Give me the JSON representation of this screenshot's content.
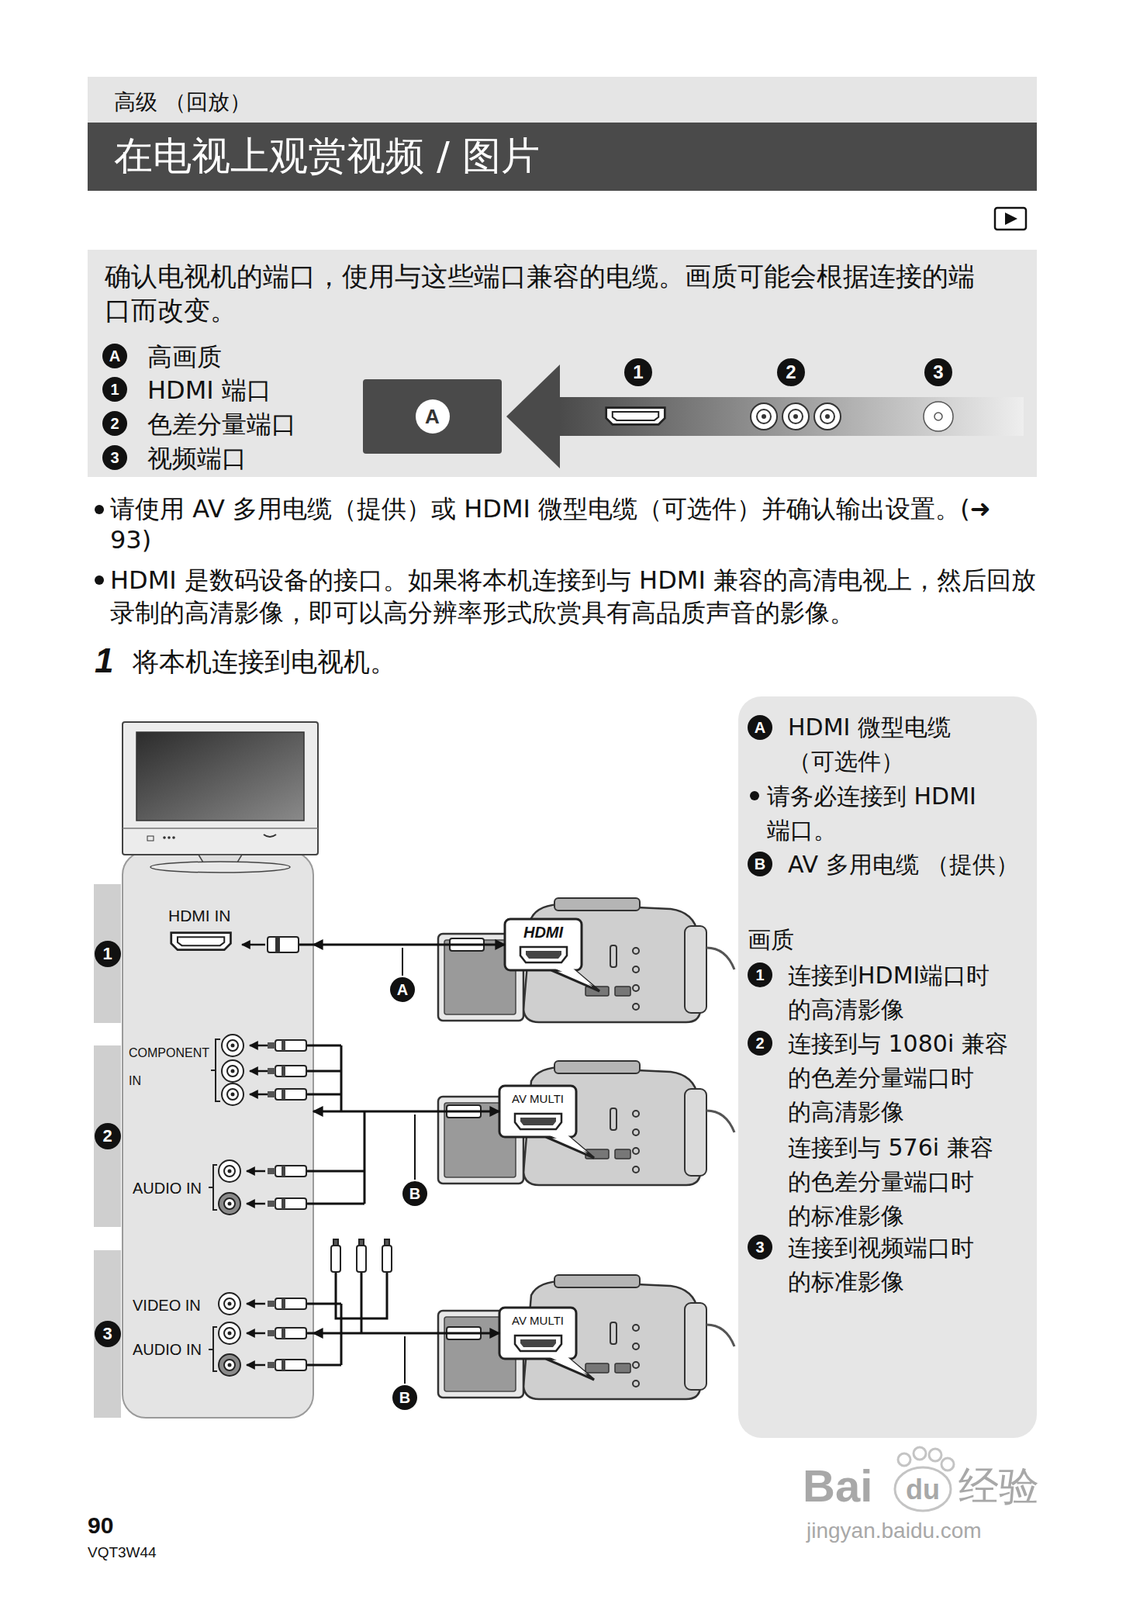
{
  "diagram": {
    "title": "在电视上观赏视频 / 图片",
    "nodes": [
      {
        "text": [
          "确认电视机的端口，使用与这些端口兼容的电缆。画质可能会根据连接的端口而改变。"
        ]
      },
      {
        "text": [
          "A"
        ],
        "in": 0
      },
      {
        "text": [
          "1"
        ]
      },
      {
        "text": [
          "HDMI IN",
          "COMPONENT IN",
          "AUDIO IN",
          "VIDEO IN",
          "AUDIO IN"
        ]
      },
      {
        "text": [
          "HDMI"
        ]
      },
      {
        "text": [
          "2"
        ]
      },
      {
        "text": [
          "AV MULTI"
        ]
      },
      {
        "text": [
          "3"
        ]
      },
      {
        "text": [
          "AV MULTI"
        ]
      },
      {
        "text": [
          "A",
          "HDMI 微型电缆 （可选件）",
          "请务必连接到 HDMI 端口。",
          "B",
          "AV 多用电缆 （提供）",
          "画质",
          "1",
          "连接到HDMI端口时 的高清影像",
          "2",
          "连接到与 1080i 兼容 的色差分量端口时 的高清影像",
          "连接到与 576i 兼容 的色差分量端口时 的标准影像",
          "3",
          "连接到视频端口时 的标准影像"
        ]
      }
    ],
    "edges": [
      {
        "from": 3,
        "to": 4,
        "label": "A",
        "arrow": "both"
      },
      {
        "from": 3,
        "to": 6,
        "label": "B",
        "arrow": "both"
      },
      {
        "from": 3,
        "to": 8,
        "label": "B",
        "arrow": "both"
      }
    ],
    "labels": [
      "高级 （回放）",
      "A",
      "高画质",
      "1",
      "HDMI 端口",
      "2",
      "色差分量端口",
      "3",
      "视频端口",
      "1",
      "2",
      "3",
      "请使用 AV 多用电缆（提供）或 HDMI 微型电缆（可选件）并确认输出设置。(➜ 93)",
      "HDMI 是数码设备的接口。如果将本机连接到与 HDMI 兼容的高清电视上，然后回放录制的高清影像，即可以高分辨率形式欣赏具有高品质声音的影像。",
      "1",
      "将本机连接到电视机。",
      "90",
      "VQT3W44",
      "Bai",
      "du",
      "经验",
      "jingyan.baidu.com"
    ]
  }
}
